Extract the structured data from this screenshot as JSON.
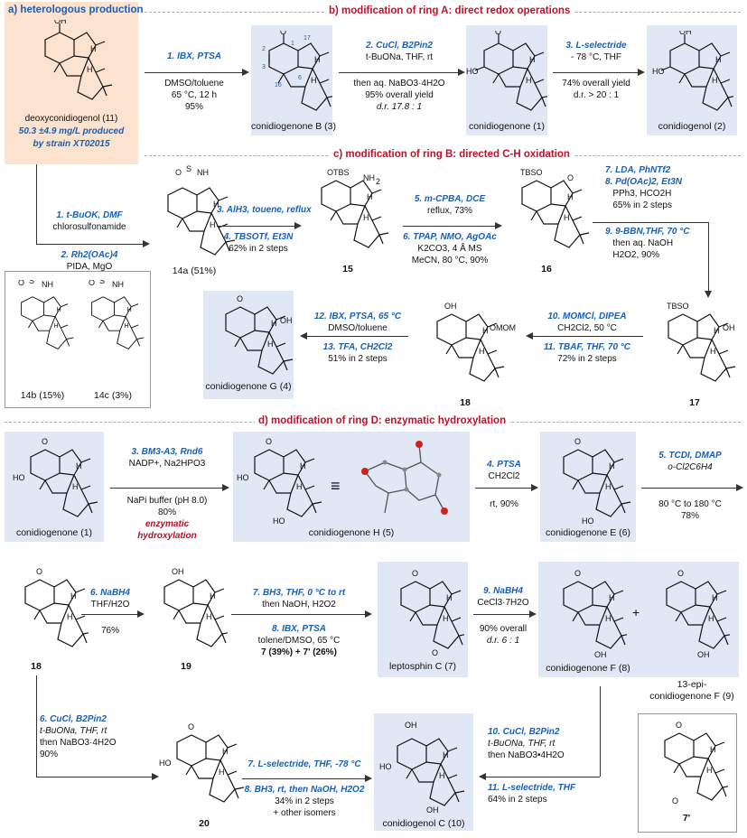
{
  "sections": {
    "a": "a) heterologous production",
    "b": "b) modification of ring A: direct redox operations",
    "c": "c) modification of ring B: directed C-H oxidation",
    "d": "d) modification of ring D: enzymatic hydroxylation"
  },
  "compounds": {
    "c11": "deoxyconidiogenol (11)",
    "c11_note1": "50.3 ±4.9 mg/L produced",
    "c11_note2": "by strain XT02015",
    "c3": "conidiogenone B (3)",
    "c1": "conidiogenone (1)",
    "c2": "conidiogenol (2)",
    "c14a": "14a (51%)",
    "c14b": "14b (15%)",
    "c14c": "14c (3%)",
    "c15": "15",
    "c16": "16",
    "c17": "17",
    "c18a": "18",
    "c4": "conidiogenone G (4)",
    "c1d": "conidiogenone (1)",
    "c5": "conidiogenone H (5)",
    "c6": "conidiogenone E (6)",
    "c18": "18",
    "c19": "19",
    "c7": "leptosphin C (7)",
    "c8": "conidiogenone F (8)",
    "plus": "+",
    "c9a": "13-epi-",
    "c9b": "conidiogenone F (9)",
    "c20": "20",
    "c10": "conidiogenol C (10)",
    "c7p": "7'"
  },
  "conditions": {
    "b1": [
      "1. IBX, PTSA",
      "DMSO/toluene",
      "65 °C, 12 h",
      "95%"
    ],
    "b2": [
      "2. CuCl, B2Pin2",
      "t-BuONa, THF, rt",
      "then aq. NaBO3·4H2O",
      "95% overall yield",
      "d.r. 17.8 : 1"
    ],
    "b3": [
      "3. L-selectride",
      "- 78 °C, THF",
      "74% overall yield",
      "d.r. > 20 : 1"
    ],
    "c1": [
      "1. t-BuOK, DMF",
      "chlorosulfonamide"
    ],
    "c2": [
      "2. Rh2(OAc)4",
      "PIDA, MgO"
    ],
    "c3": [
      "3. AlH3, touene, reflux",
      "4. TBSOTf, Et3N",
      "62% in 2 steps"
    ],
    "c5": [
      "5. m-CPBA, DCE",
      "reflux, 73%",
      "6. TPAP, NMO, AgOAc",
      "K2CO3, 4 Å MS",
      "MeCN, 80 °C, 90%"
    ],
    "c7": [
      "7. LDA, PhNTf2",
      "8. Pd(OAc)2, Et3N",
      "PPh3, HCO2H",
      "65% in 2 steps",
      "9. 9-BBN,THF, 70 °C",
      "then aq. NaOH",
      "H2O2, 90%"
    ],
    "c10": [
      "10. MOMCl, DIPEA",
      "CH2Cl2, 50 °C",
      "11. TBAF, THF, 70 °C",
      "72% in 2 steps"
    ],
    "c12": [
      "12. IBX, PTSA, 65 °C",
      "DMSO/toluene",
      "13. TFA, CH2Cl2",
      "51% in 2 steps"
    ],
    "d3": [
      "3. BM3-A3, Rnd6",
      "NADP+, Na2HPO3",
      "NaPi buffer (pH 8.0)",
      "80%",
      "enzymatic",
      "hydroxylation"
    ],
    "d4": [
      "4. PTSA",
      "CH2Cl2",
      "rt, 90%"
    ],
    "d5": [
      "5. TCDI, DMAP",
      "o-Cl2C6H4",
      "80 °C to 180 °C",
      "78%"
    ],
    "d6": [
      "6. NaBH4",
      "THF/H2O",
      "76%"
    ],
    "d7": [
      "7. BH3, THF, 0 °C to rt",
      "then NaOH, H2O2",
      "8. IBX, PTSA",
      "tolene/DMSO, 65 °C",
      "7 (39%) + 7' (26%)"
    ],
    "d9": [
      "9. NaBH4",
      "CeCl3·7H2O",
      "90% overall",
      "d.r. 6 : 1"
    ],
    "d6b": [
      "6. CuCl, B2Pin2",
      "t-BuONa, THF, rt",
      "then NaBO3·4H2O",
      "90%"
    ],
    "d7b": [
      "7. L-selectride, THF, -78 °C",
      "8. BH3, rt, then NaOH, H2O2",
      "34% in 2 steps",
      "+ other isomers"
    ],
    "d10": [
      "10. CuCl, B2Pin2",
      "t-BuONa, THF, rt",
      "then NaBO3•4H2O",
      "11. L-selectride, THF",
      "64% in 2 steps"
    ]
  },
  "colors": {
    "accent_red": "#c0102a",
    "step_blue": "#1a5fb4",
    "box_blue": "#dfe8f4",
    "box_orange": "#fbe3cf"
  }
}
